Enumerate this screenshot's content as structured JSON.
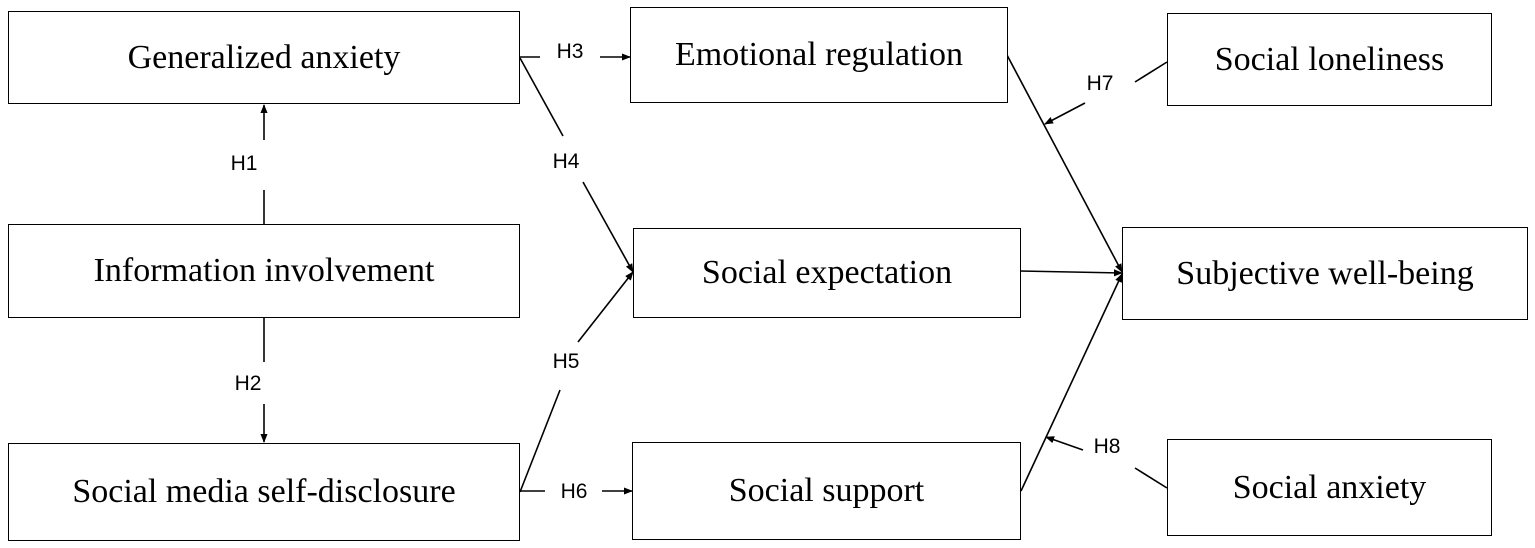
{
  "colors": {
    "stroke": "#000000",
    "background": "#ffffff"
  },
  "nodes": {
    "generalized_anxiety": "Generalized anxiety",
    "information_involvement": "Information involvement",
    "social_media_self_disclosure": "Social media self-disclosure",
    "emotional_regulation": "Emotional regulation",
    "social_expectation": "Social expectation",
    "social_support": "Social support",
    "social_loneliness": "Social loneliness",
    "subjective_well_being": "Subjective well-being",
    "social_anxiety": "Social anxiety"
  },
  "hypotheses": {
    "h1": "H1",
    "h2": "H2",
    "h3": "H3",
    "h4": "H4",
    "h5": "H5",
    "h6": "H6",
    "h7": "H7",
    "h8": "H8"
  },
  "edges": [
    {
      "from": "information_involvement",
      "to": "generalized_anxiety",
      "label": "h1"
    },
    {
      "from": "information_involvement",
      "to": "social_media_self_disclosure",
      "label": "h2"
    },
    {
      "from": "generalized_anxiety",
      "to": "emotional_regulation",
      "label": "h3"
    },
    {
      "from": "generalized_anxiety",
      "to": "social_expectation",
      "label": "h4"
    },
    {
      "from": "social_media_self_disclosure",
      "to": "social_expectation",
      "label": "h5"
    },
    {
      "from": "social_media_self_disclosure",
      "to": "social_support",
      "label": "h6"
    },
    {
      "from": "emotional_regulation",
      "to": "subjective_well_being",
      "label": ""
    },
    {
      "from": "social_expectation",
      "to": "subjective_well_being",
      "label": ""
    },
    {
      "from": "social_support",
      "to": "subjective_well_being",
      "label": ""
    },
    {
      "from": "social_loneliness",
      "to": "emotional_regulation_path",
      "label": "h7"
    },
    {
      "from": "social_anxiety",
      "to": "social_support_path",
      "label": "h8"
    }
  ]
}
